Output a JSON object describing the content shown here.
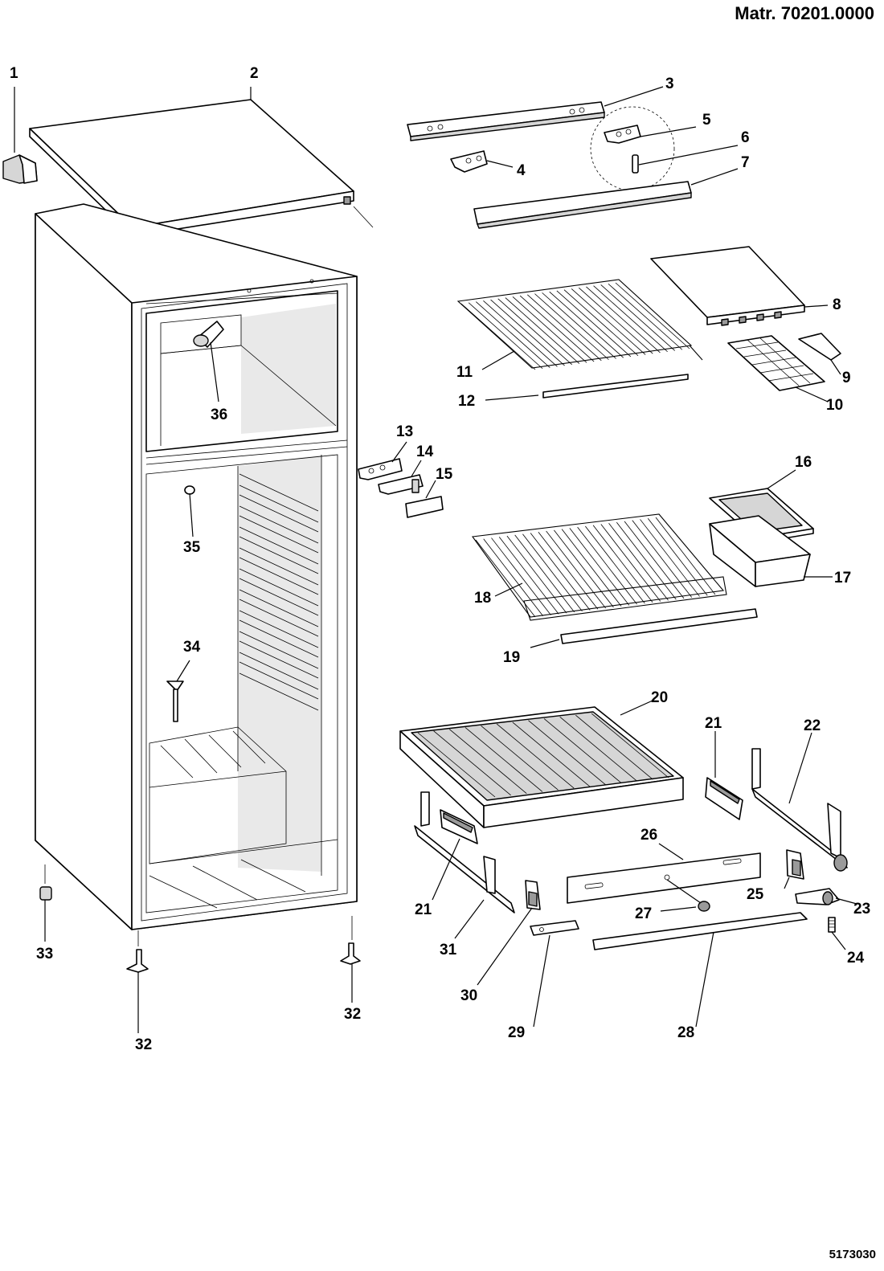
{
  "header": {
    "model_number": "Matr. 70201.0000"
  },
  "footer": {
    "drawing_number": "5173030"
  },
  "labels": {
    "l1": "1",
    "l2": "2",
    "l3": "3",
    "l4": "4",
    "l5": "5",
    "l6": "6",
    "l7": "7",
    "l8": "8",
    "l9": "9",
    "l10": "10",
    "l11": "11",
    "l12": "12",
    "l13": "13",
    "l14": "14",
    "l15": "15",
    "l16": "16",
    "l17": "17",
    "l18": "18",
    "l19": "19",
    "l20": "20",
    "l21": "21",
    "l22": "22",
    "l23": "23",
    "l24": "24",
    "l25": "25",
    "l26": "26",
    "l27": "27",
    "l28": "28",
    "l29": "29",
    "l30": "30",
    "l31": "31",
    "l32": "32",
    "l33": "33",
    "l34": "34",
    "l35": "35",
    "l36": "36"
  }
}
